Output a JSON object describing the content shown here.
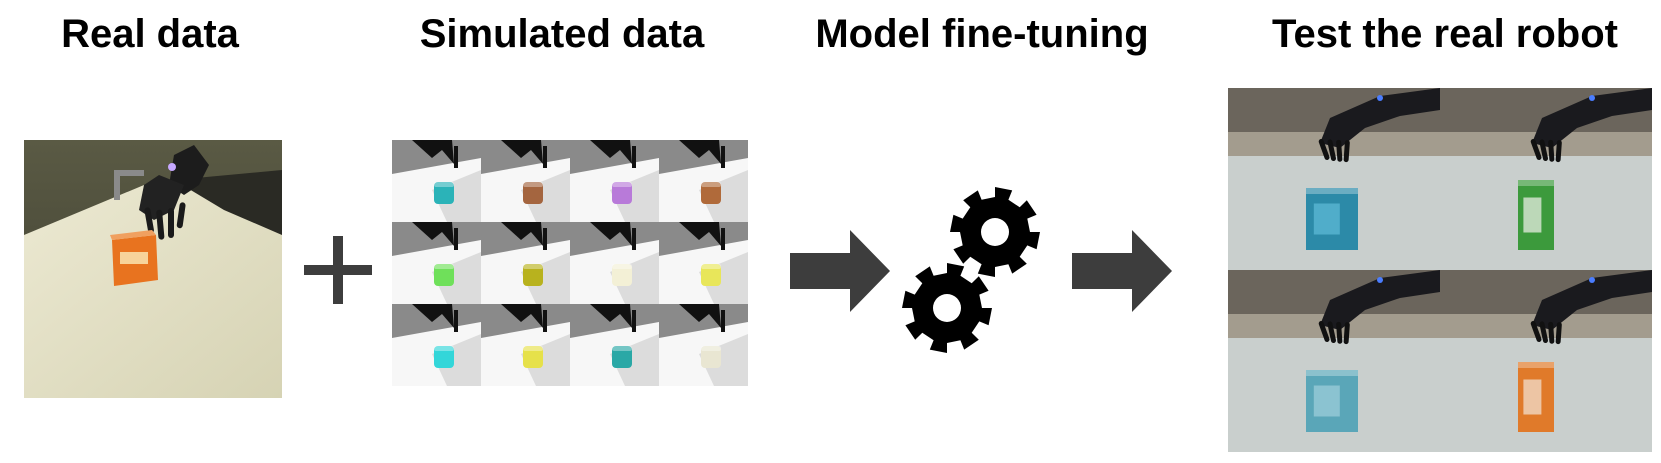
{
  "titles": {
    "real": "Real data",
    "sim": "Simulated data",
    "finetune": "Model fine-tuning",
    "test": "Test the real robot"
  },
  "icons": [
    "plus-icon",
    "arrow-right-icon",
    "gear-icon",
    "arrow-right-icon"
  ],
  "colors": {
    "dark": "#3d3d3d",
    "black": "#000000",
    "table": "#e6e4ca",
    "box_orange": "#e8731f",
    "box_blue": "#2c8aa8",
    "box_green": "#3c9a3c",
    "box_orange2": "#e07a2a"
  },
  "sim_objects": [
    {
      "color": "#2bb3b8"
    },
    {
      "color": "#a4653f"
    },
    {
      "color": "#b87ad9"
    },
    {
      "color": "#b06a3a"
    },
    {
      "color": "#6fe05a"
    },
    {
      "color": "#b8b21e"
    },
    {
      "color": "#f3f0d6"
    },
    {
      "color": "#e8e65a"
    },
    {
      "color": "#33d6d9"
    },
    {
      "color": "#e6e14a"
    },
    {
      "color": "#2aa8a6"
    },
    {
      "color": "#e9e6d2"
    }
  ]
}
